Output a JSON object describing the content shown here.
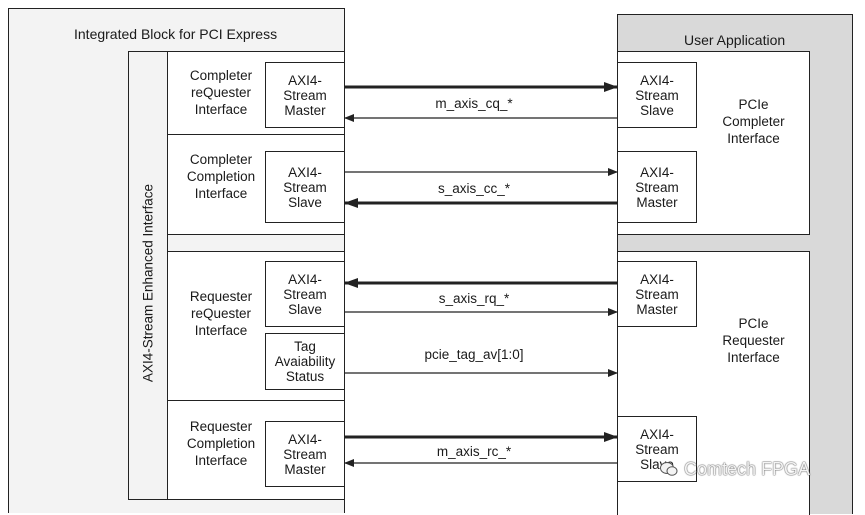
{
  "left_block": {
    "title": "Integrated Block for PCI Express",
    "enhanced_interface_label": "AXI4-Stream Enhanced Interface",
    "sections": [
      {
        "label": "Completer\nreQuester\nInterface",
        "port": "AXI4-\nStream\nMaster"
      },
      {
        "label": "Completer\nCompletion\nInterface",
        "port": "AXI4-\nStream\nSlave"
      },
      {
        "label": "Requester\nreQuester\nInterface",
        "port": "AXI4-\nStream\nSlave",
        "extra_port": "Tag\nAvaiability\nStatus"
      },
      {
        "label": "Requester\nCompletion\nInterface",
        "port": "AXI4-\nStream\nMaster"
      }
    ]
  },
  "right_block": {
    "title": "User Application",
    "completer_label": "PCIe\nCompleter\nInterface",
    "requester_label": "PCIe\nRequester\nInterface",
    "ports": [
      "AXI4-\nStream\nSlave",
      "AXI4-\nStream\nMaster",
      "AXI4-\nStream\nMaster",
      "AXI4-\nStream\nSlave"
    ]
  },
  "signals": {
    "cq": "m_axis_cq_*",
    "cc": "s_axis_cc_*",
    "rq": "s_axis_rq_*",
    "tag": "pcie_tag_av[1:0]",
    "rc": "m_axis_rc_*"
  },
  "watermark": {
    "text": "Comtech FPGA"
  },
  "colors": {
    "line": "#222222",
    "left_bg": "#f3f3f3",
    "right_bg": "#d9d9d9"
  }
}
